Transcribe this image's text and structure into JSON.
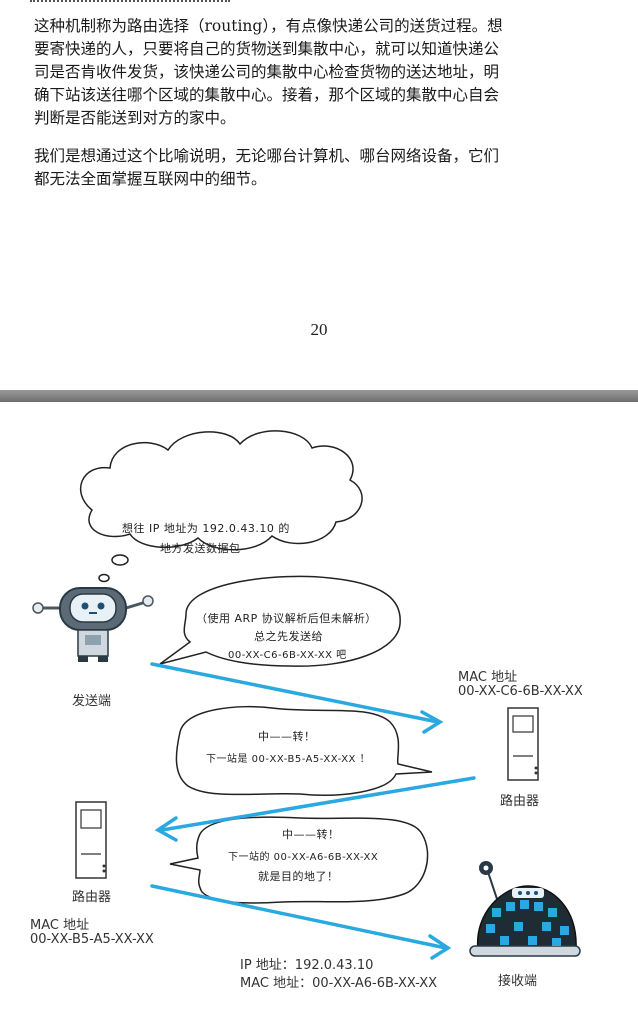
{
  "page": {
    "paragraph1_lines": [
      "这种机制称为路由选择（routing），有点像快递公司的送货过程。想",
      "要寄快递的人，只要将自己的货物送到集散中心，就可以知道快递公",
      "司是否肯收件发货，该快递公司的集散中心检查货物的送达地址，明",
      "确下站该送往哪个区域的集散中心。接着，那个区域的集散中心自会",
      "判断是否能送到对方的家中。"
    ],
    "paragraph2_lines": [
      "我们是想通过这个比喻说明，无论哪台计算机、哪台网络设备，它们",
      "都无法全面掌握互联网中的细节。"
    ],
    "page_number": "20"
  },
  "diagram": {
    "thought_bubble": {
      "line1": "想往 IP 地址为 192.0.43.10 的",
      "line2": "地方发送数据包"
    },
    "speech_arp": {
      "line1": "（使用 ARP 协议解析后但未解析）",
      "line2": "总之先发送给",
      "line3": "00-XX-C6-6B-XX-XX 吧"
    },
    "speech_relay1": {
      "line1": "中——转！",
      "line2": "下一站是 00-XX-B5-A5-XX-XX ！"
    },
    "speech_relay2": {
      "line1": "中——转！",
      "line2": "下一站的 00-XX-A6-6B-XX-XX",
      "line3": "就是目的地了！"
    },
    "sender_label": "发送端",
    "router1": {
      "mac_title": "MAC 地址",
      "mac_value": "00-XX-C6-6B-XX-XX",
      "label": "路由器"
    },
    "router2": {
      "label": "路由器",
      "mac_title": "MAC 地址",
      "mac_value": "00-XX-B5-A5-XX-XX"
    },
    "receiver": {
      "ip_line": "IP 地址：192.0.43.10",
      "mac_line": "MAC 地址：00-XX-A6-6B-XX-XX",
      "label": "接收端"
    },
    "colors": {
      "arrow": "#29a9df",
      "robot": "#2a3a45",
      "screen": "#1d4f73"
    }
  }
}
